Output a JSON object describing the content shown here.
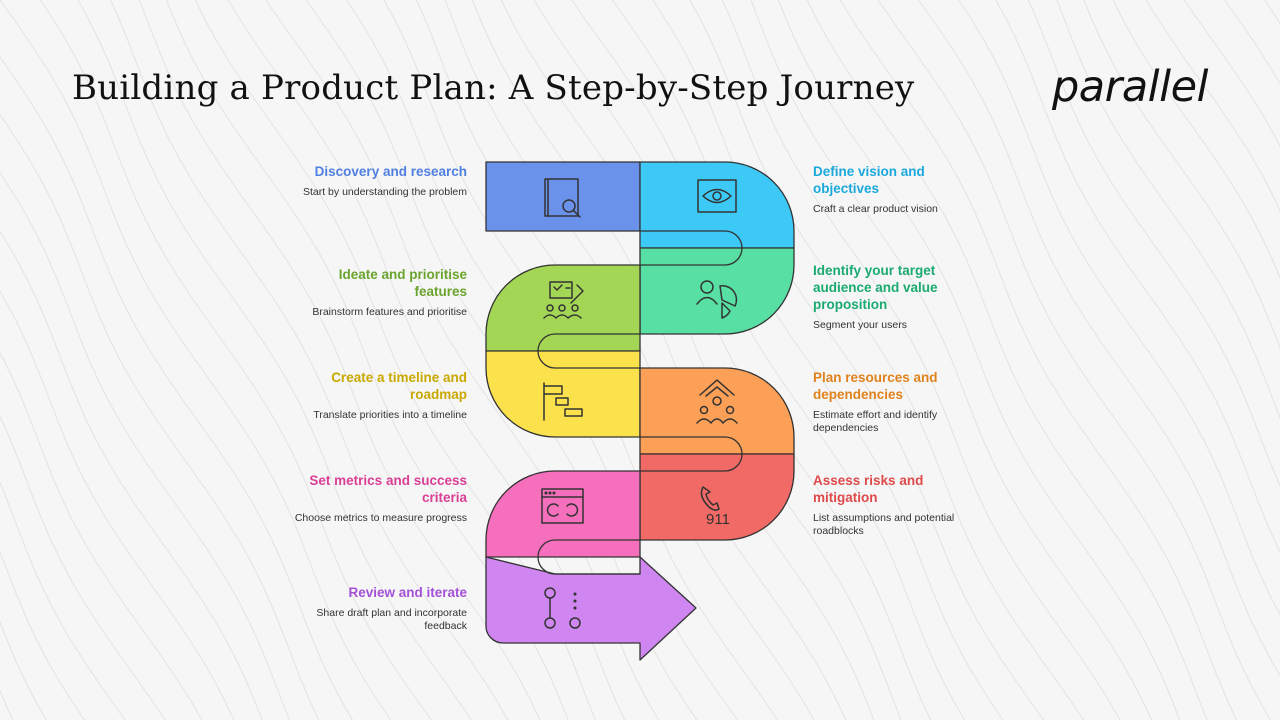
{
  "page": {
    "title": "Building a Product Plan: A Step-by-Step Journey",
    "logo_text": "parallel"
  },
  "steps": [
    {
      "title": "Discovery and research",
      "description": "Start by understanding the problem",
      "color": "#4f7fe0",
      "fill": "#6a92ea",
      "icon": "book-search-icon"
    },
    {
      "title": "Define vision and objectives",
      "description": "Craft a clear product vision",
      "color": "#1aa8dd",
      "fill": "#3cc9f5",
      "icon": "eye-icon"
    },
    {
      "title": "Identify your target audience and value proposition",
      "description": "Segment your users",
      "color": "#1aaa72",
      "fill": "#58e0a4",
      "icon": "audience-segment-icon"
    },
    {
      "title": "Ideate and prioritise features",
      "description": "Brainstorm features and prioritise",
      "color": "#6aa42c",
      "fill": "#a3d655",
      "icon": "brainstorm-icon"
    },
    {
      "title": "Create a timeline and roadmap",
      "description": "Translate priorities into a timeline",
      "color": "#c9a800",
      "fill": "#fbe24d",
      "icon": "timeline-icon"
    },
    {
      "title": "Plan resources and dependencies",
      "description": "Estimate effort and identify dependencies",
      "color": "#e0821c",
      "fill": "#fba056",
      "icon": "resources-icon"
    },
    {
      "title": "Assess risks and mitigation",
      "description": "List assumptions and potential roadblocks",
      "color": "#de4a4a",
      "fill": "#f26a65",
      "icon": "emergency-call-icon"
    },
    {
      "title": "Set metrics and success criteria",
      "description": "Choose metrics to measure progress",
      "color": "#da3f95",
      "fill": "#f56fbd",
      "icon": "dashboard-icon"
    },
    {
      "title": "Review and iterate",
      "description": "Share draft plan and incorporate feedback",
      "color": "#a451d8",
      "fill": "#cf86f0",
      "icon": "iterate-flow-icon"
    }
  ],
  "icon_labels": {
    "emergency_number": "911"
  }
}
